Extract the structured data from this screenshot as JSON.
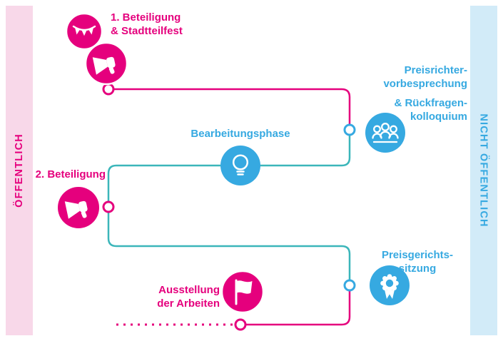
{
  "colors": {
    "pink": "#e5007d",
    "blue": "#36a9e1",
    "teal": "#3bb6ba",
    "band_public_bg": "#f8d8e9",
    "band_private_bg": "#d2ebf8",
    "background": "#ffffff"
  },
  "bands": {
    "left": {
      "label": "ÖFFENTLICH"
    },
    "right": {
      "label": "NICHT ÖFFENTLICH"
    }
  },
  "nodes": {
    "beteiligung1": {
      "lines": [
        "1. Beteiligung",
        "& Stadtteilfest"
      ],
      "icons": [
        "bunting-icon",
        "megaphone-icon"
      ]
    },
    "preisrichter": {
      "lines": [
        "Preisrichter-",
        "vorbesprechung",
        "& Rückfragen-",
        "kolloquium"
      ],
      "icon": "jury-icon"
    },
    "bearbeitungsphase": {
      "label": "Bearbeitungsphase",
      "icon": "lightbulb-icon"
    },
    "beteiligung2": {
      "label": "2. Beteiligung",
      "icon": "megaphone-icon"
    },
    "preisgericht": {
      "lines": [
        "Preisgerichts-",
        "sitzung"
      ],
      "icon": "award-icon"
    },
    "ausstellung": {
      "lines": [
        "Ausstellung",
        "der Arbeiten"
      ],
      "icon": "flag-icon"
    }
  }
}
